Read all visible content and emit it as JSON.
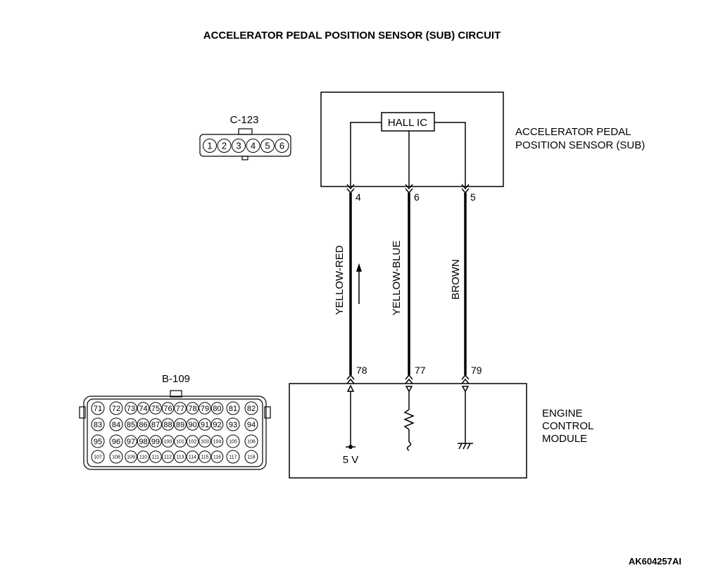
{
  "title": "ACCELERATOR PEDAL POSITION SENSOR (SUB) CIRCUIT",
  "diagram_id": "AK604257AI",
  "sensor": {
    "name_line1": "ACCELERATOR PEDAL",
    "name_line2": "POSITION SENSOR (SUB)",
    "ic_label": "HALL IC",
    "connector_id": "C-123",
    "connector_pins": [
      "1",
      "2",
      "3",
      "4",
      "5",
      "6"
    ]
  },
  "ecm": {
    "name_line1": "ENGINE",
    "name_line2": "CONTROL",
    "name_line3": "MODULE",
    "connector_id": "B-109",
    "supply_label": "5 V",
    "connector_rows": [
      [
        "71",
        "72",
        "73",
        "74",
        "75",
        "76",
        "77",
        "78",
        "79",
        "80",
        "81",
        "82"
      ],
      [
        "83",
        "84",
        "85",
        "86",
        "87",
        "88",
        "89",
        "90",
        "91",
        "92",
        "93",
        "94"
      ],
      [
        "95",
        "96",
        "97",
        "98",
        "99",
        "100",
        "101",
        "102",
        "103",
        "104",
        "105",
        "106"
      ],
      [
        "107",
        "108",
        "109",
        "110",
        "111",
        "112",
        "113",
        "114",
        "115",
        "116",
        "117",
        "118"
      ]
    ]
  },
  "wires": [
    {
      "color": "YELLOW-RED",
      "sensor_pin": "4",
      "ecm_pin": "78"
    },
    {
      "color": "YELLOW-BLUE",
      "sensor_pin": "6",
      "ecm_pin": "77"
    },
    {
      "color": "BROWN",
      "sensor_pin": "5",
      "ecm_pin": "79"
    }
  ]
}
